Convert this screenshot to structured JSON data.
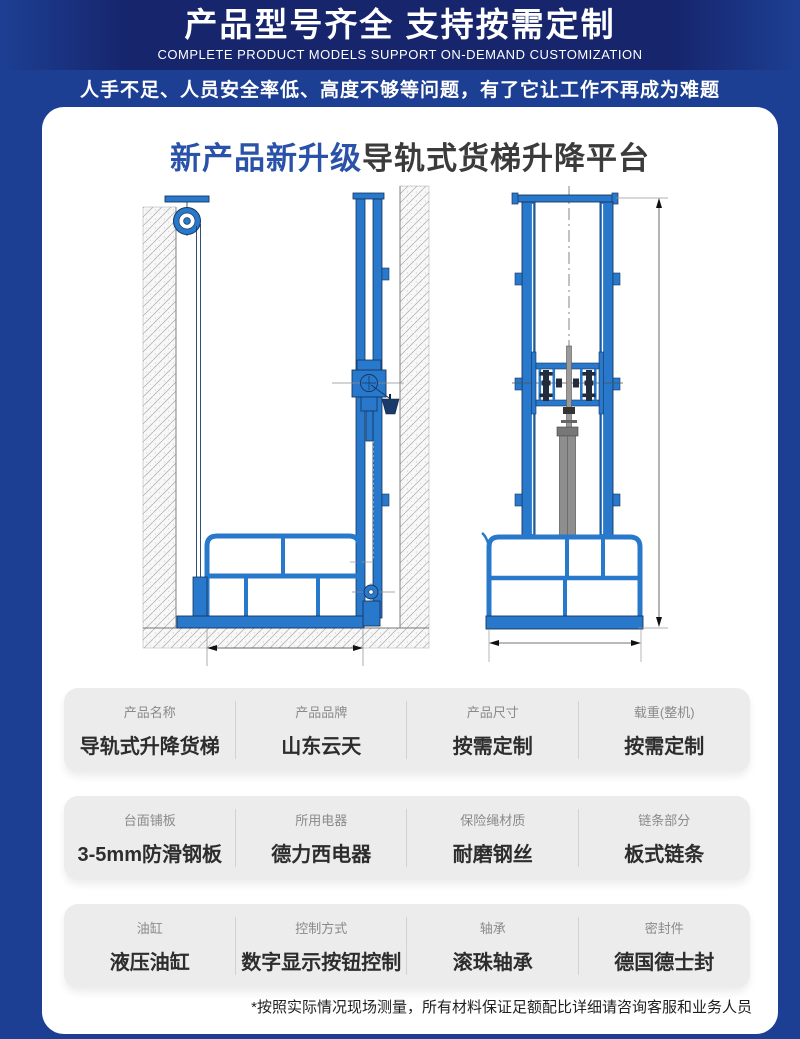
{
  "header": {
    "title": "产品型号齐全 支持按需定制",
    "subtitle": "COMPLETE PRODUCT MODELS SUPPORT ON-DEMAND CUSTOMIZATION",
    "tagline": "人手不足、人员安全率低、高度不够等问题，有了它让工作不再成为难题"
  },
  "card": {
    "title_highlight": "新产品新升级",
    "title_rest": "导轨式货梯升降平台",
    "note": "*按照实际情况现场测量，所有材料保证足额配比详细请咨询客服和业务人员"
  },
  "specs": {
    "rows": [
      [
        {
          "label": "产品名称",
          "value": "导轨式升降货梯"
        },
        {
          "label": "产品品牌",
          "value": "山东云天"
        },
        {
          "label": "产品尺寸",
          "value": "按需定制"
        },
        {
          "label": "载重(整机)",
          "value": "按需定制"
        }
      ],
      [
        {
          "label": "台面铺板",
          "value": "3-5mm防滑钢板"
        },
        {
          "label": "所用电器",
          "value": "德力西电器"
        },
        {
          "label": "保险绳材质",
          "value": "耐磨钢丝"
        },
        {
          "label": "链条部分",
          "value": "板式链条"
        }
      ],
      [
        {
          "label": "油缸",
          "value": "液压油缸"
        },
        {
          "label": "控制方式",
          "value": "数字显示按钮控制"
        },
        {
          "label": "轴承",
          "value": "滚珠轴承"
        },
        {
          "label": "密封件",
          "value": "德国德士封"
        }
      ]
    ]
  },
  "colors": {
    "page_background": "#1d3f93",
    "header_center": "#16256c",
    "card_background": "#ffffff",
    "title_highlight_blue": "#2a52a8",
    "title_dark": "#3b3b3b",
    "drawing_blue": "#2878cb",
    "drawing_outline": "#16355f",
    "spec_box_background": "#ececec",
    "spec_label_gray": "#8a8a8a",
    "spec_value_dark": "#2d2d2d"
  }
}
